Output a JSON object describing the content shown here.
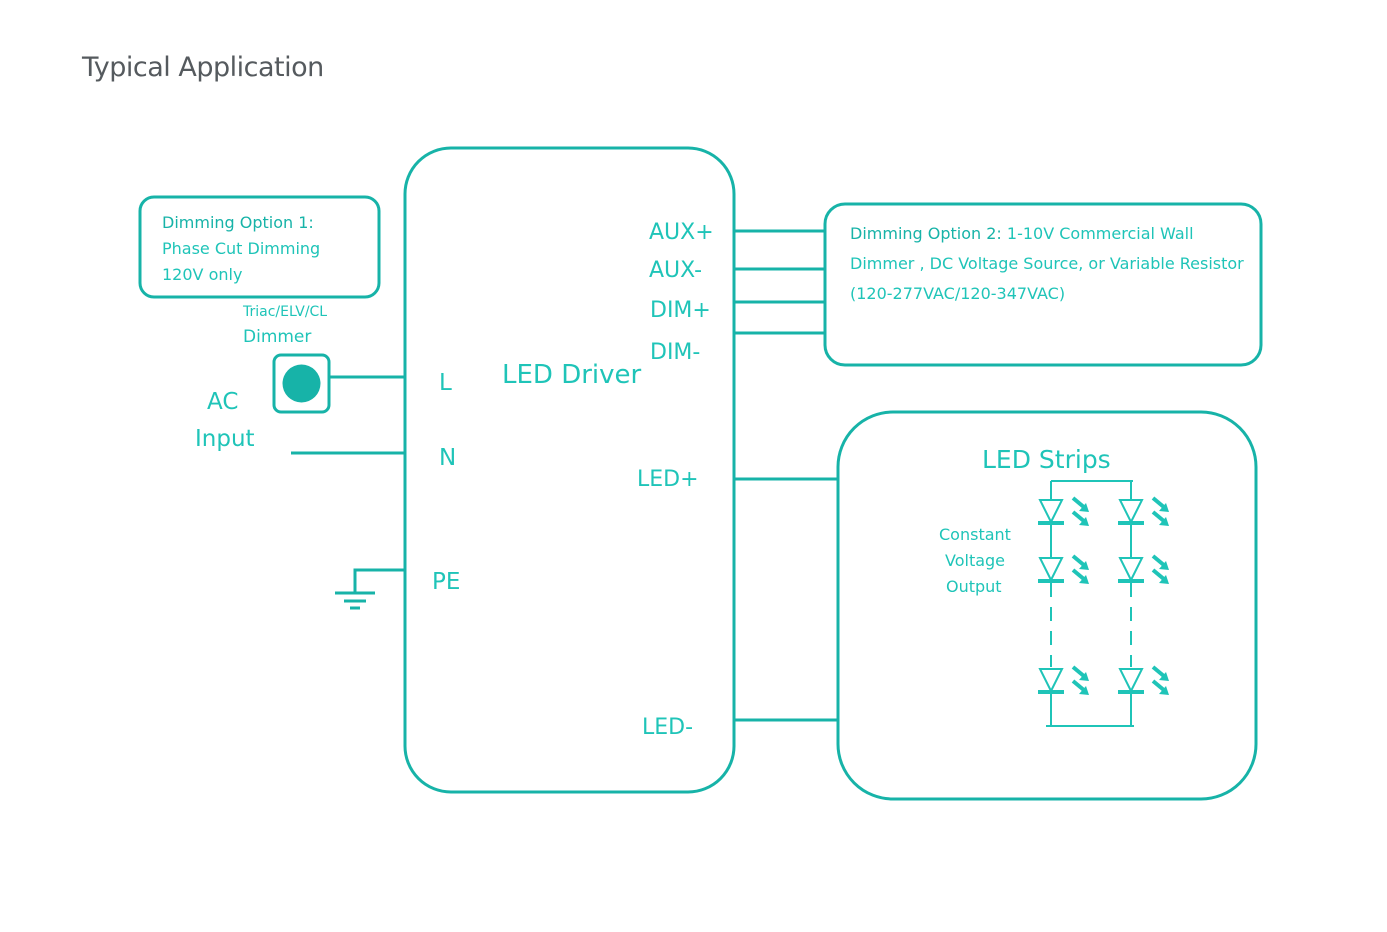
{
  "title": "Typical Application",
  "colors": {
    "accent": "#17b3a8",
    "text_teal": "#1fc4b8",
    "title_gray": "#555a5e"
  },
  "dimming_option_1": {
    "heading": "Dimming Option 1:",
    "line1": "Phase Cut Dimming",
    "line2": "120V only"
  },
  "dimmer": {
    "type": "Triac/ELV/CL",
    "label": "Dimmer"
  },
  "ac_input": {
    "line1": "AC",
    "line2": "Input"
  },
  "driver": {
    "label": "LED Driver",
    "left_terminals": [
      "L",
      "N",
      "PE"
    ],
    "right_terminals": [
      "AUX+",
      "AUX-",
      "DIM+",
      "DIM-",
      "LED+",
      "LED-"
    ]
  },
  "dimming_option_2": {
    "heading": "Dimming Option 2:",
    "line1_rest": " 1-10V Commercial Wall",
    "line2": "Dimmer , DC Voltage Source, or Variable Resistor",
    "line3": "(120-277VAC/120-347VAC)"
  },
  "led_strips": {
    "title": "LED Strips",
    "output_line1": "Constant",
    "output_line2": "Voltage",
    "output_line3": "Output"
  }
}
